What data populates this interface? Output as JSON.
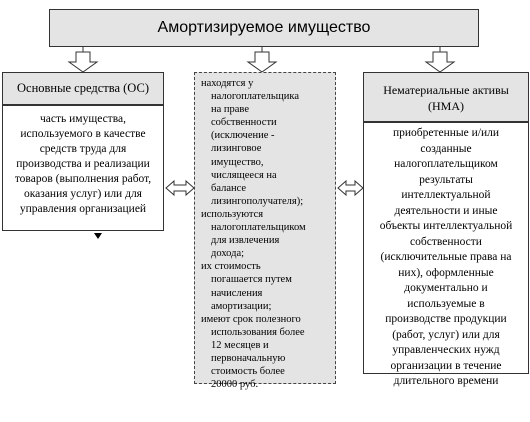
{
  "title": "Амортизируемое имущество",
  "left": {
    "heading": "Основные средства (ОС)",
    "lines": [
      "часть имущества,",
      "используемого в качестве",
      "средств труда для",
      "производства и реализации",
      "товаров (выполнения работ,",
      "оказания услуг) или для",
      "управления организацией"
    ]
  },
  "center": {
    "items": [
      [
        "находятся у",
        "налогоплательщика",
        "на праве",
        "собственности",
        "(исключение -",
        "лизинговое",
        "имущество,",
        "числящееся на",
        "балансе",
        "лизингополучателя);"
      ],
      [
        "используются",
        "налогоплательщиком",
        "для извлечения",
        "дохода;"
      ],
      [
        "их стоимость",
        "погашается путем",
        "начисления",
        "амортизации;"
      ],
      [
        "имеют срок полезного",
        "использования более",
        "12 месяцев и",
        "первоначальную",
        "стоимость более",
        "20000 руб."
      ]
    ]
  },
  "right": {
    "heading_lines": [
      "Нематериальные активы",
      "(НМА)"
    ],
    "lines": [
      "приобретенные и/или",
      "созданные",
      "налогоплательщиком",
      "результаты",
      "интеллектуальной",
      "деятельности и иные",
      "объекты интеллектуальной",
      "собственности",
      "(исключительные права на",
      "них), оформленные",
      "документально и",
      "используемые в",
      "производстве продукции",
      "(работ, услуг) или для",
      "управленческих нужд",
      "организации в течение",
      "длительного времени"
    ]
  }
}
